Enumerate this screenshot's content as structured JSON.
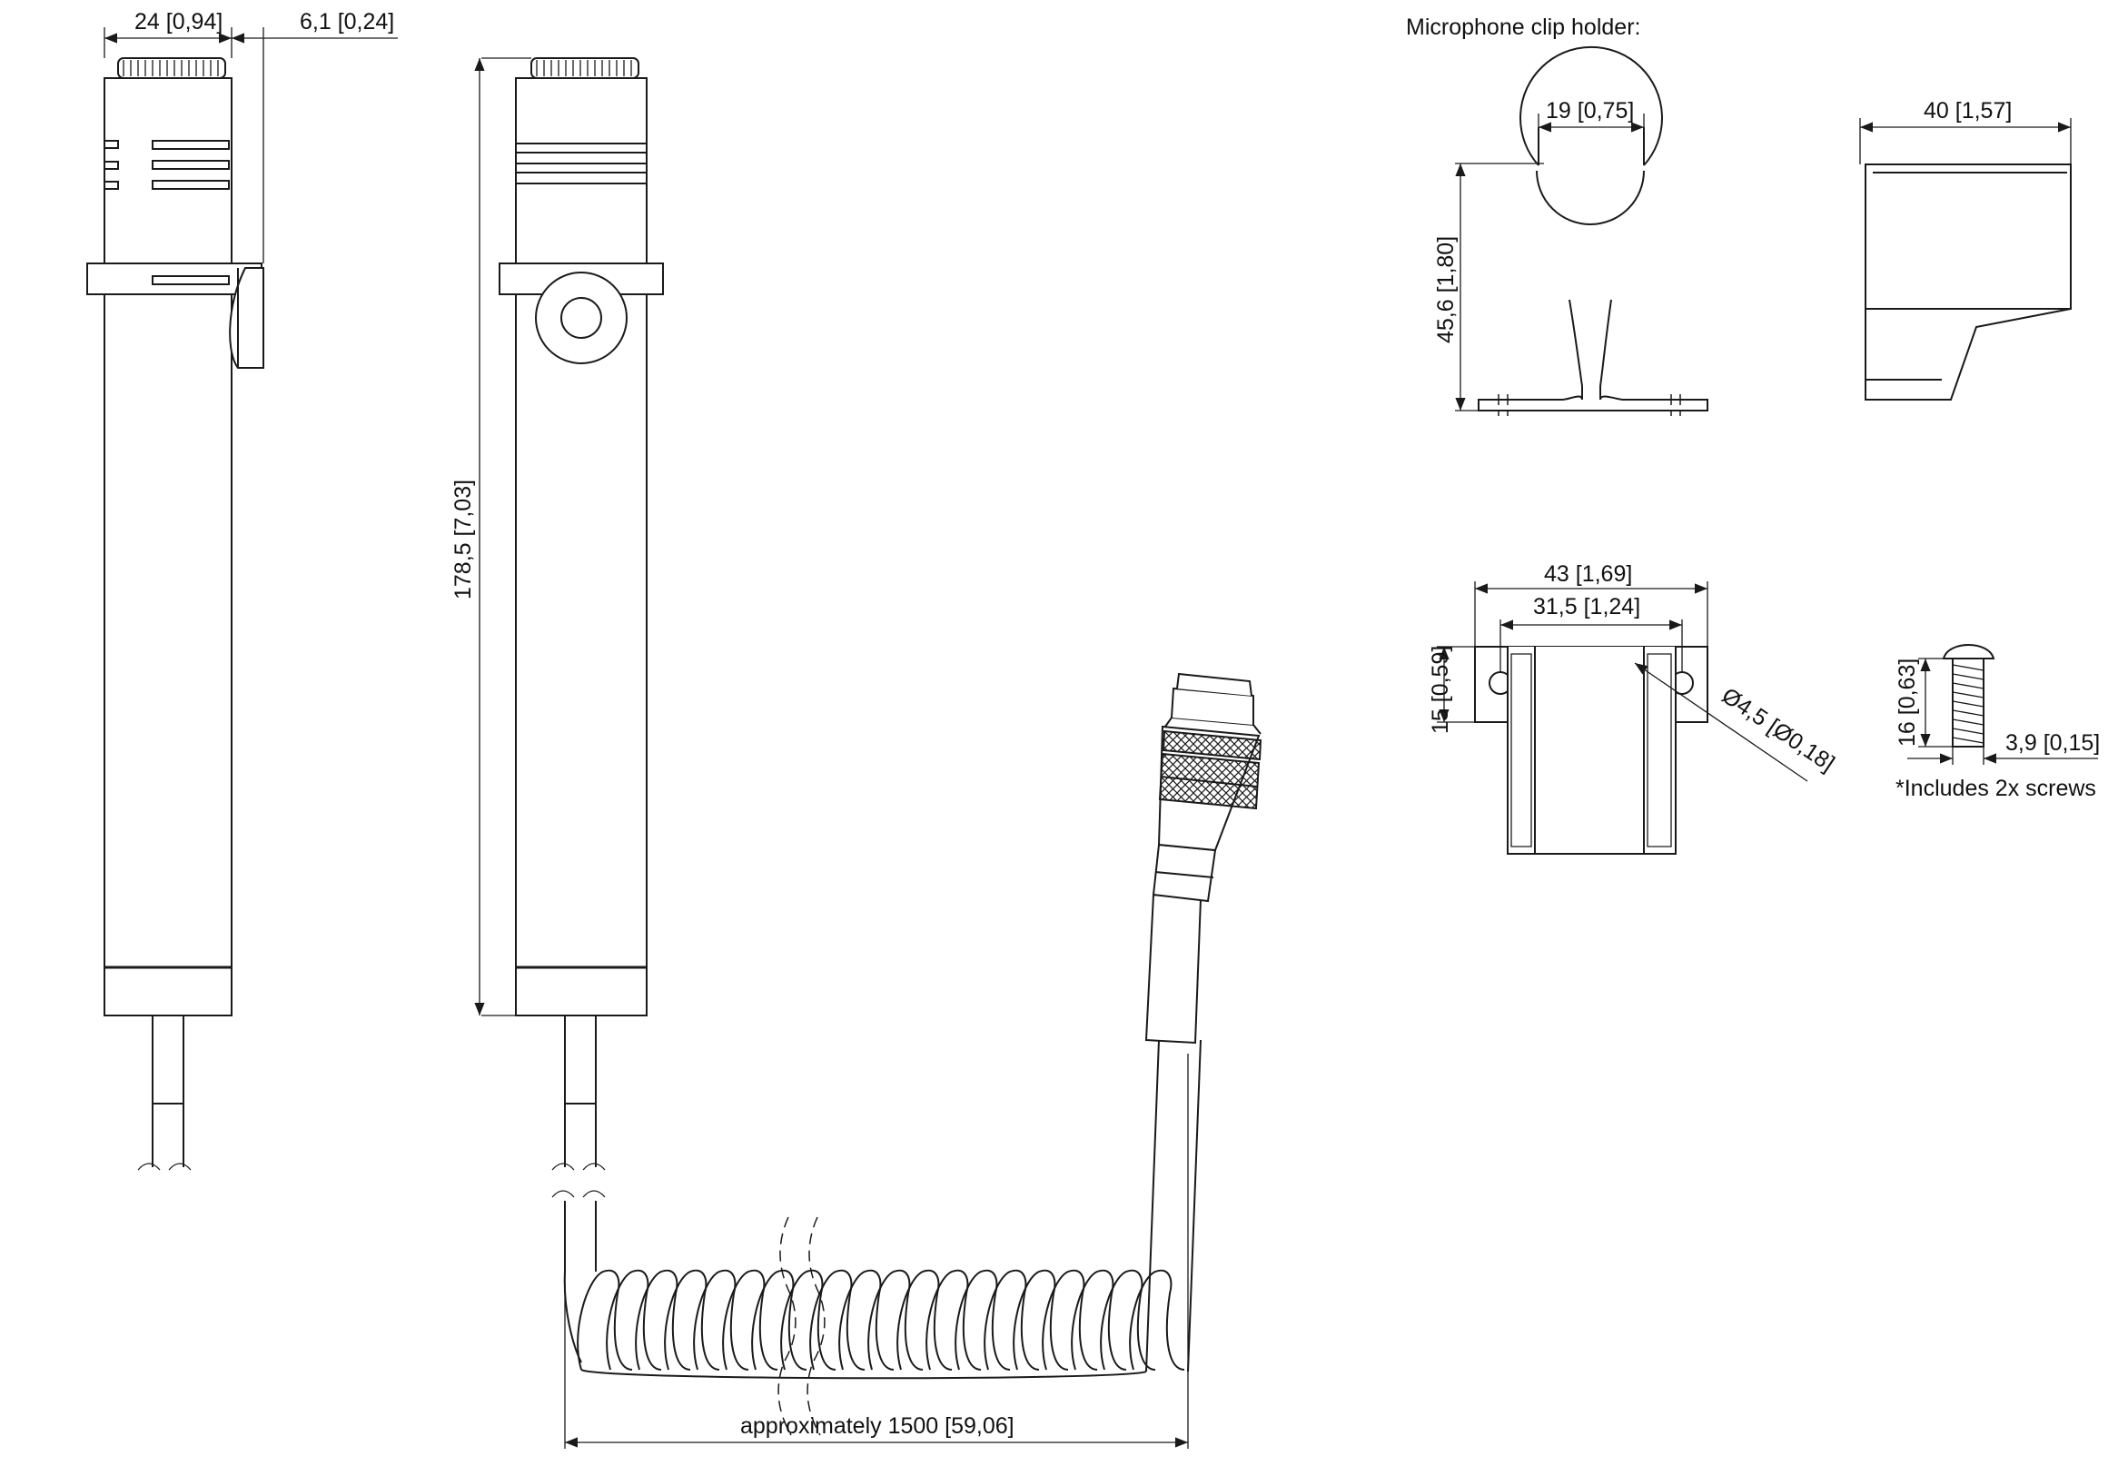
{
  "clip_holder": {
    "title": "Microphone clip holder:",
    "note": "*Includes 2x screws"
  },
  "dimensions": {
    "mic_width": "24 [0,94]",
    "mic_clip_offset": "6,1 [0,24]",
    "mic_length": "178,5 [7,03]",
    "cable_length": "approximately 1500 [59,06]",
    "clip_ring_width": "19 [0,75]",
    "clip_height": "45,6 [1,80]",
    "clip_depth": "40 [1,57]",
    "base_width": "43 [1,69]",
    "hole_spacing": "31,5 [1,24]",
    "base_height": "15 [0,59]",
    "hole_diameter": "Ø4,5 [Ø0,18]",
    "screw_length": "16 [0,63]",
    "screw_diameter": "3,9 [0,15]"
  }
}
